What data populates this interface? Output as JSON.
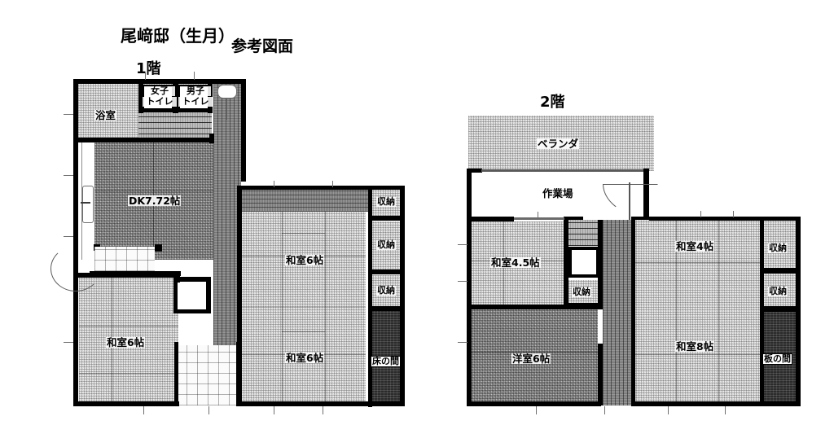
{
  "document": {
    "title": "尾﨑邸（生月）",
    "subtitle": "参考図面"
  },
  "floors": [
    {
      "id": "floor-1",
      "label": "1階",
      "rooms": [
        {
          "name": "浴室",
          "label": "浴室"
        },
        {
          "name": "女子トイレ",
          "label_line1": "女子",
          "label_line2": "トイレ"
        },
        {
          "name": "男子トイレ",
          "label_line1": "男子",
          "label_line2": "トイレ"
        },
        {
          "name": "DK",
          "label": "DK7.72帖"
        },
        {
          "name": "和室6帖下左",
          "label": "和室6帖"
        },
        {
          "name": "和室6帖右上",
          "label": "和室6帖"
        },
        {
          "name": "和室6帖右下",
          "label": "和室6帖"
        },
        {
          "name": "収納1",
          "label": "収納"
        },
        {
          "name": "収納2",
          "label": "収納"
        },
        {
          "name": "収納3",
          "label": "収納"
        },
        {
          "name": "床の間",
          "label": "床の間"
        }
      ]
    },
    {
      "id": "floor-2",
      "label": "2階",
      "rooms": [
        {
          "name": "ベランダ",
          "label": "ベランダ"
        },
        {
          "name": "作業場",
          "label": "作業場"
        },
        {
          "name": "和室4.5帖",
          "label": "和室4.5帖"
        },
        {
          "name": "収納中",
          "label": "収納"
        },
        {
          "name": "洋室6帖",
          "label": "洋室6帖"
        },
        {
          "name": "和室4帖",
          "label": "和室4帖"
        },
        {
          "name": "和室8帖",
          "label": "和室8帖"
        },
        {
          "name": "収納右上",
          "label": "収納"
        },
        {
          "name": "収納右下",
          "label": "収納"
        },
        {
          "name": "板の間",
          "label": "板の間"
        }
      ]
    }
  ],
  "colors": {
    "ink": "#000000",
    "tatami_light": "#d9d9d9",
    "floor_mid": "#a7a7a7",
    "alcove_dark": "#2b2b2b",
    "paper": "#ffffff"
  }
}
